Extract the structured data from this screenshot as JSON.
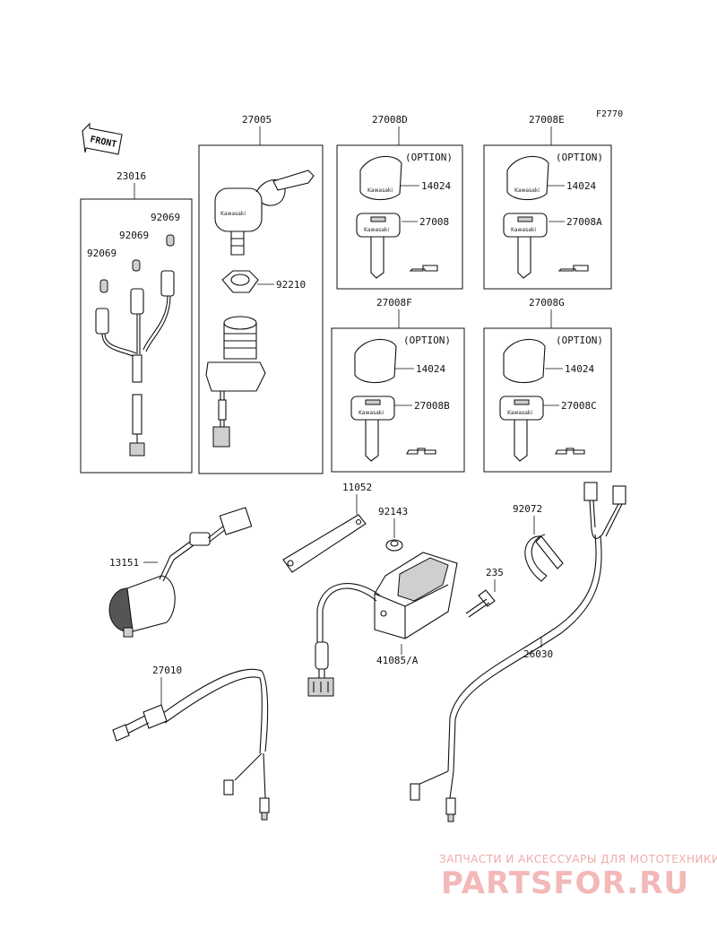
{
  "figure_code": "F2770",
  "front_label": "FRONT",
  "callouts": {
    "p23016": "23016",
    "p27005": "27005",
    "p27008D": "27008D",
    "p27008E": "27008E",
    "p27008F": "27008F",
    "p27008G": "27008G",
    "p92069a": "92069",
    "p92069b": "92069",
    "p92069c": "92069",
    "p92210": "92210",
    "p14024d": "14024",
    "p27008": "27008",
    "p14024e": "14024",
    "p27008A": "27008A",
    "p14024f": "14024",
    "p27008B": "27008B",
    "p14024g": "14024",
    "p27008C": "27008C",
    "p11052": "11052",
    "p92143": "92143",
    "p92072": "92072",
    "p13151": "13151",
    "p235": "235",
    "p26030": "26030",
    "p41085": "41085/A",
    "p27010": "27010"
  },
  "option_label": "(OPTION)",
  "key_brand": "Kawasaki",
  "watermark": {
    "tagline": "ЗАПЧАСТИ И АКСЕССУАРЫ ДЛЯ МОТОТЕХНИКИ",
    "logo_text": "PARTSFOR.RU",
    "color": "#f3b8b8"
  }
}
